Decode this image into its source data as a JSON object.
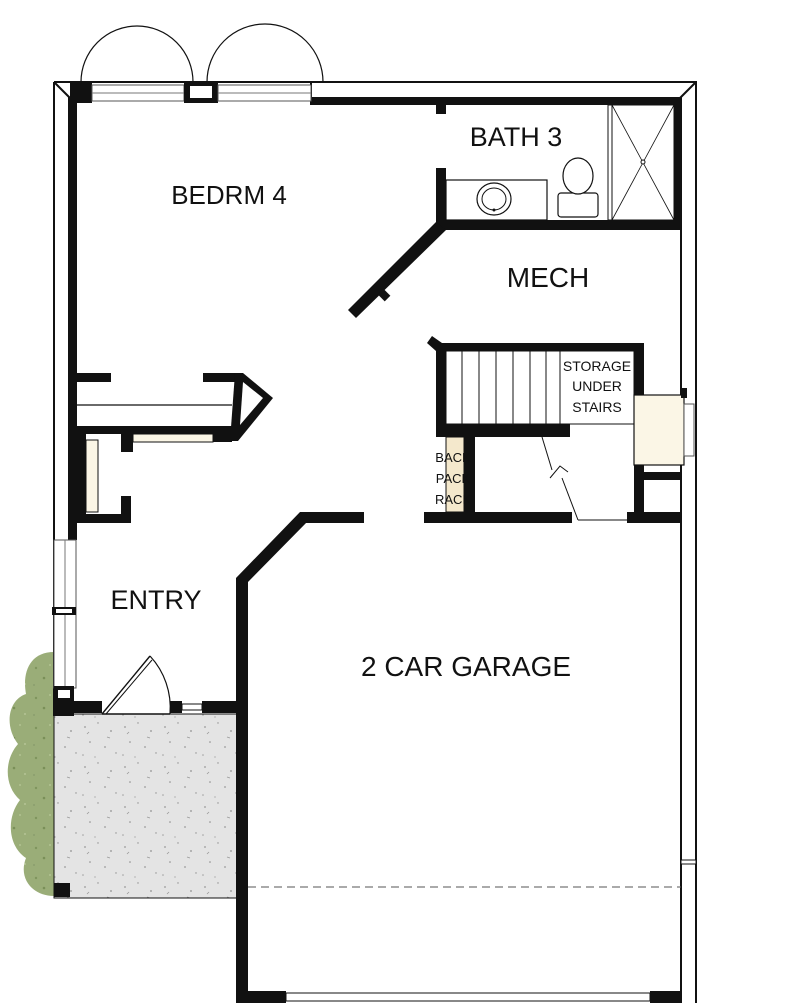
{
  "rooms": {
    "bedroom": "BEDRM 4",
    "bath": "BATH 3",
    "mech": "MECH",
    "entry": "ENTRY",
    "garage": "2 CAR GARAGE"
  },
  "storage": {
    "line1": "STORAGE",
    "line2": "UNDER",
    "line3": "STAIRS"
  },
  "backpack": {
    "line1": "BACK",
    "line2": "PACK",
    "line3": "RACK"
  },
  "colors": {
    "wall": "#111111",
    "window_frame": "#555555",
    "cabinet_fill": "#fbf6e6",
    "backpack_fill": "#f4e8cc",
    "porch_fill": "#e4e4e4",
    "shrub_fill": "#9aad78",
    "background": "#ffffff"
  }
}
